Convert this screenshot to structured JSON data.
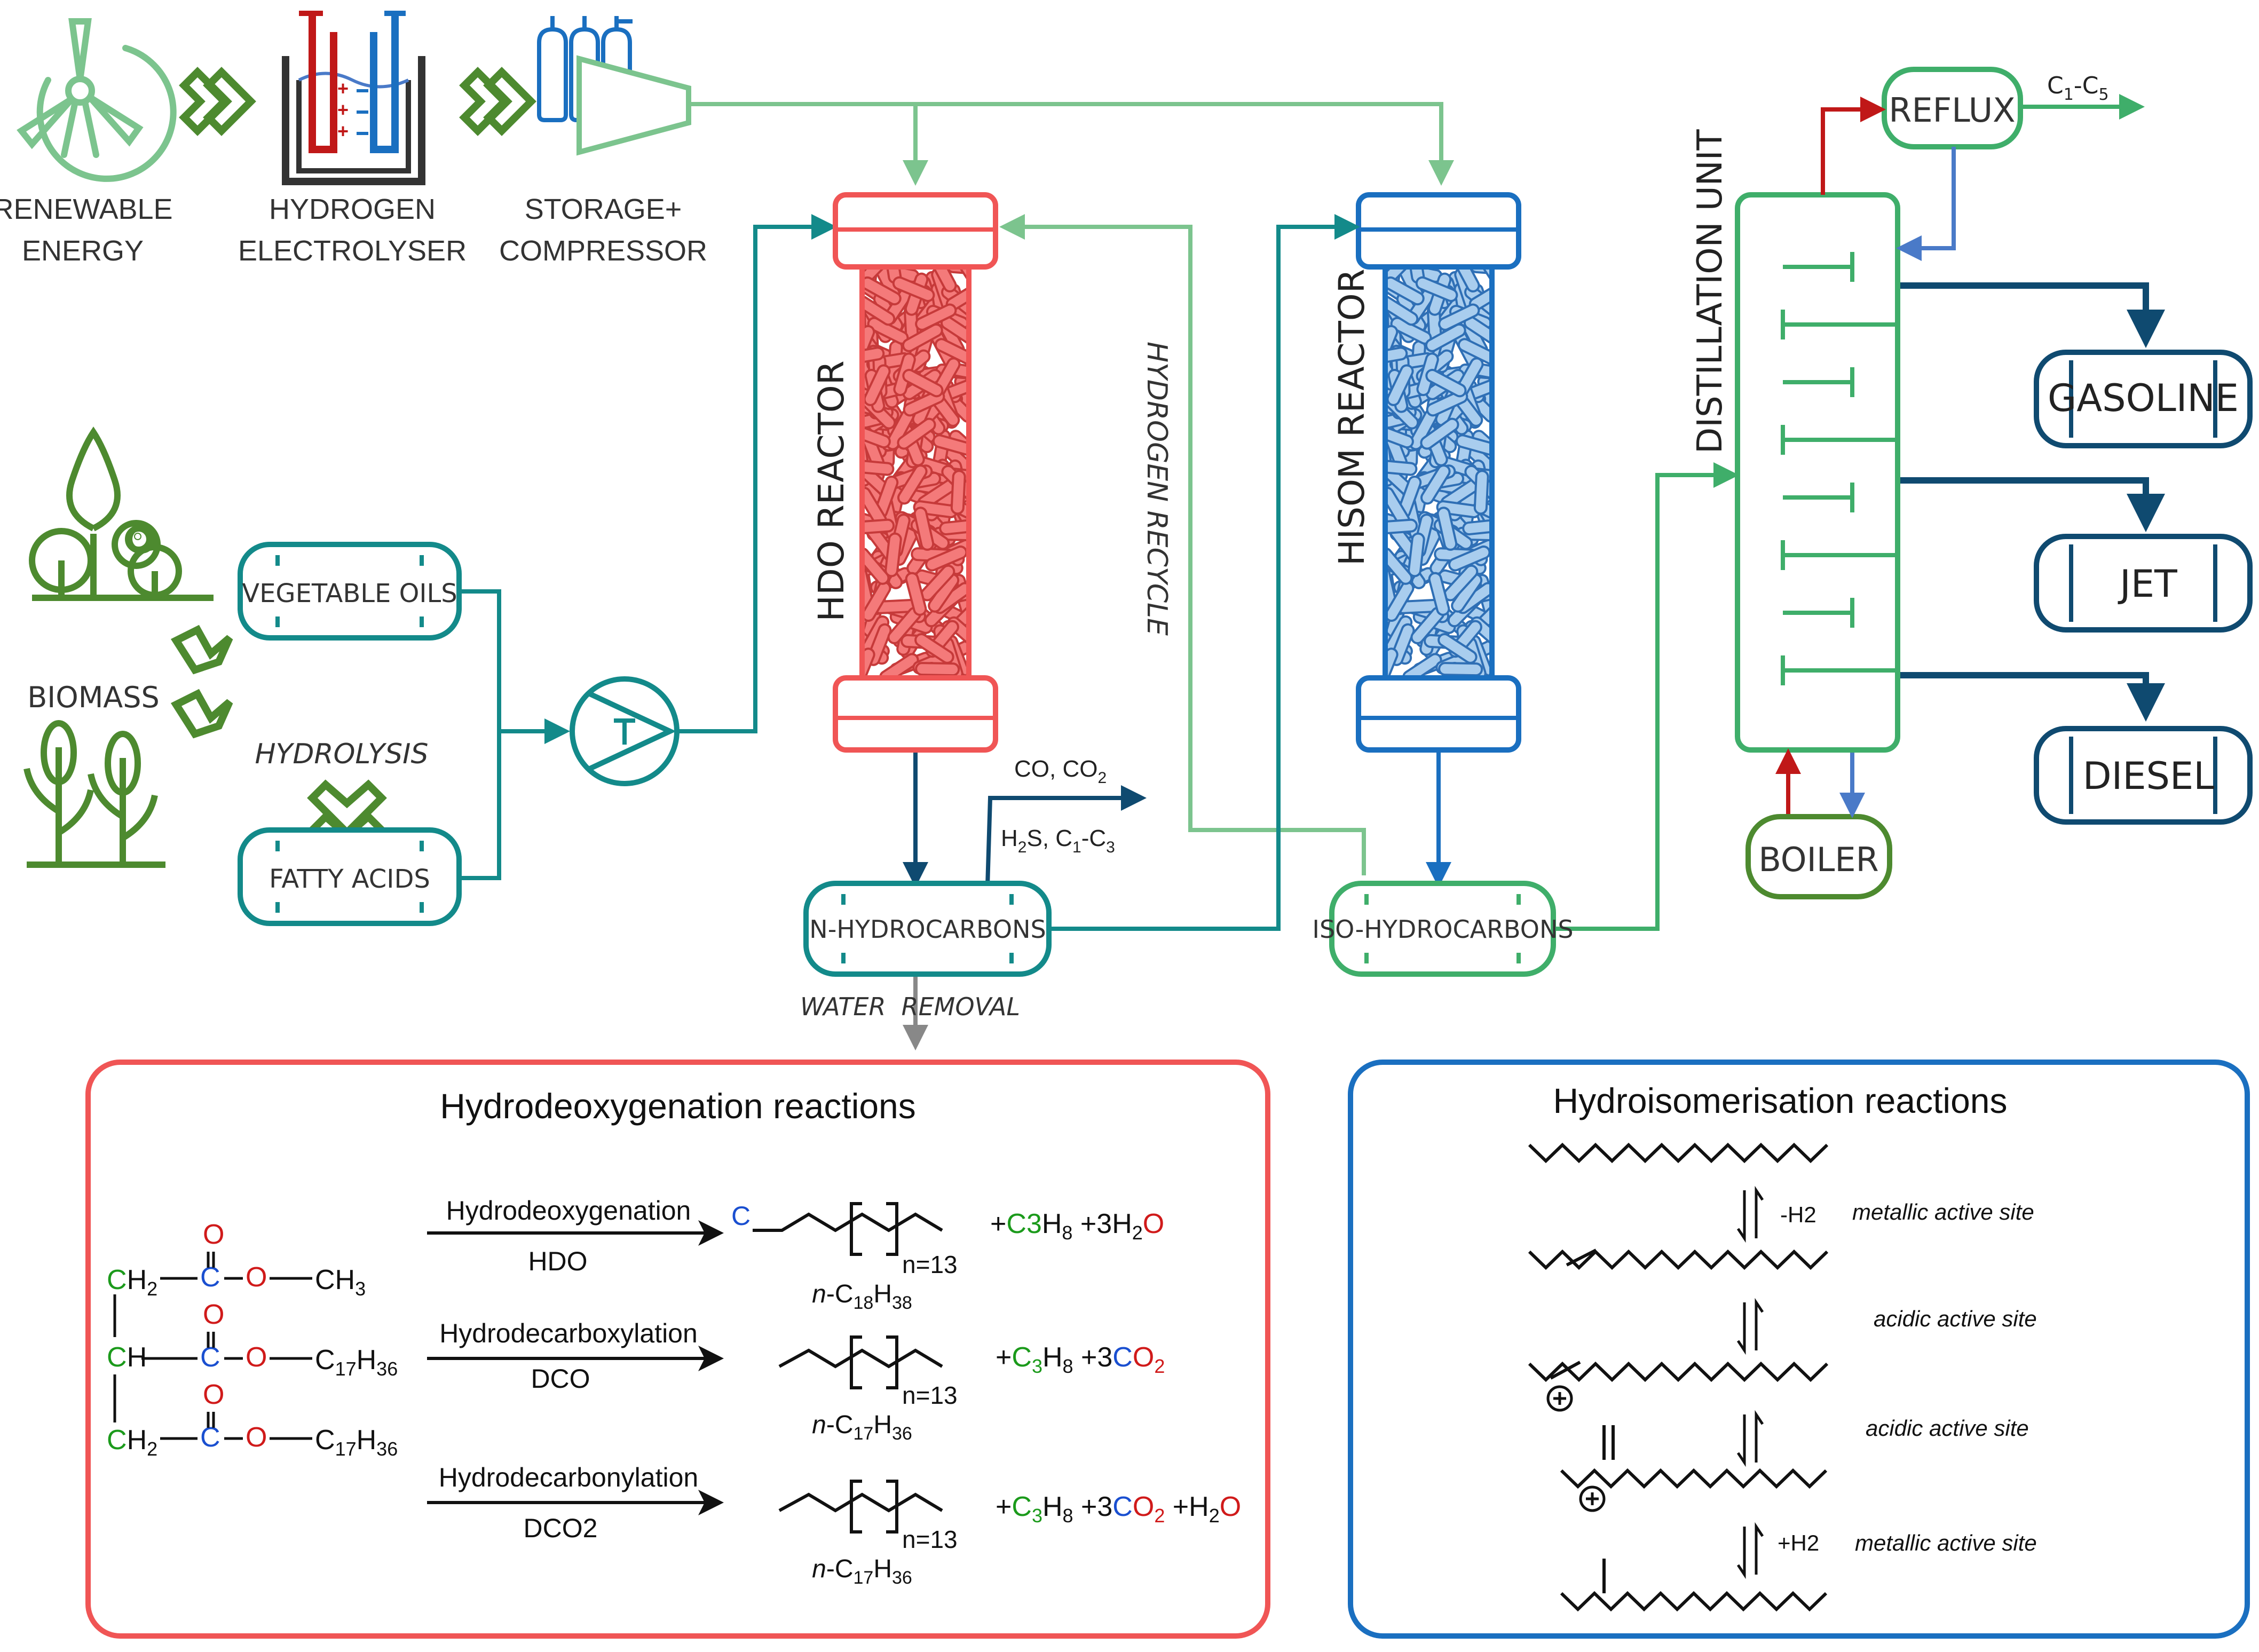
{
  "units": {
    "renewable": [
      "RENEWABLE",
      "ENERGY"
    ],
    "electrolyser": [
      "HYDROGEN",
      "ELECTROLYSER"
    ],
    "storage": [
      "STORAGE+",
      "COMPRESSOR"
    ],
    "biomass": "BIOMASS",
    "hydrolysis": "HYDROLYSIS",
    "vegetable_oils": "VEGETABLE OILS",
    "fatty_acids": "FATTY ACIDS",
    "hdo_reactor": "HDO REACTOR",
    "hisom_reactor": "HISOM REACTOR",
    "hydrogen_recycle": "HYDROGEN RECYCLE",
    "n_hydrocarbons": "N-HYDROCARBONS",
    "iso_hydrocarbons": "ISO-HYDROCARBONS",
    "water_removal": "WATER  REMOVAL",
    "gas_out_1": "CO, CO",
    "gas_out_1_sub": "2",
    "gas_out_2a": "H",
    "gas_out_2_sub": "2",
    "gas_out_2b": "S, C",
    "gas_out_2_sub2": "1",
    "gas_out_2c": "-C",
    "gas_out_2_sub3": "3",
    "distillation": "DISTILLATION UNIT",
    "reflux": "REFLUX",
    "light_ends": "C",
    "light_ends_sub1": "1",
    "light_ends_mid": "-C",
    "light_ends_sub2": "5",
    "boiler": "BOILER",
    "gasoline": "GASOLINE",
    "jet": "JET",
    "diesel": "DIESEL"
  },
  "hdo_panel": {
    "title": "Hydrodeoxygenation reactions",
    "reactions": [
      {
        "name": "Hydrodeoxygenation",
        "abbr": "HDO",
        "product": "n-C18H38",
        "n": "n=13"
      },
      {
        "name": "Hydrodecarboxylation",
        "abbr": "DCO",
        "product": "n-C17H36",
        "n": "n=13"
      },
      {
        "name": "Hydrodecarbonylation",
        "abbr": "DCO2",
        "product": "n-C17H36",
        "n": "n=13"
      }
    ]
  },
  "hisom_panel": {
    "title": "Hydroisomerisation reactions",
    "steps": [
      {
        "reagent": "-H2",
        "site": "metallic active site"
      },
      {
        "reagent": "",
        "site": "acidic active site"
      },
      {
        "reagent": "",
        "site": "acidic active site"
      },
      {
        "reagent": "+H2",
        "site": "metallic active site"
      }
    ]
  },
  "colors": {
    "green_light": "#7cc48e",
    "green_dark": "#4d8a2f",
    "teal": "#138a8a",
    "red": "#f05555",
    "blue": "#1a6fc0",
    "navy": "#0f4a70",
    "dist_green": "#3fae6a"
  }
}
